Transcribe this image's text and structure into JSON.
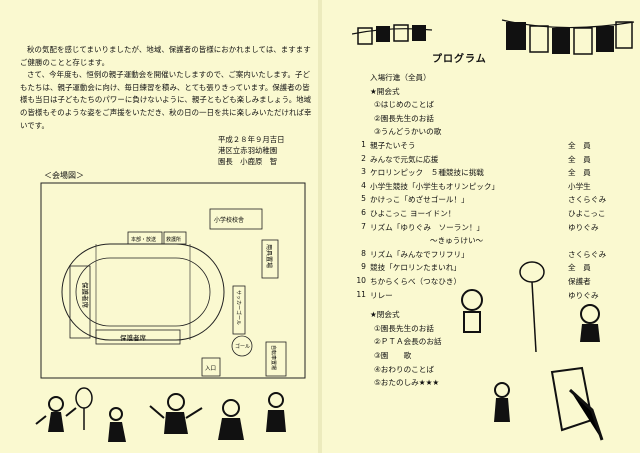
{
  "letter": {
    "paragraphs": [
      "秋の気配を感じてまいりましたが、地域、保護者の皆様におかれましては、ますますご健勝のことと存じます。",
      "さて、今年度も、恒例の親子運動会を開催いたしますので、ご案内いたします。子どもたちは、親子運動会に向け、毎日練習を積み、とても張りきっています。保護者の皆様も当日は子どもたちのパワーに負けないように、親子ともども楽しみましょう。地域の皆様もそのような姿をご声援をいただき、秋の日の一日を共に楽しみいただければ幸いです。"
    ],
    "date": "平成２８年９月吉日",
    "org": "港区立赤羽幼稚園",
    "principal": "園長　小鹿原　智"
  },
  "map": {
    "title": "＜会場図＞",
    "labels": {
      "kindergarten": "小学校校舎",
      "tent1": "本部・放送",
      "tent2": "救護所",
      "tools": "用具置場",
      "guardian_left": "保護者席",
      "guardian_bottom": "保護者席",
      "soccer": "サッカーゴール",
      "goal": "ゴール",
      "entrance": "入口",
      "parking": "自転車置場"
    }
  },
  "program": {
    "title": "プログラム",
    "entry": "入場行進（全員）",
    "opening_title": "★開会式",
    "opening_items": [
      "①はじめのことば",
      "②園長先生のお話",
      "③うんどうかいの歌"
    ],
    "items": [
      {
        "no": "1",
        "name": "親子たいそう",
        "who": "全　員"
      },
      {
        "no": "2",
        "name": "みんなで元気に応援",
        "who": "全　員"
      },
      {
        "no": "3",
        "name": "ケロリンピック　５種競技に挑戦",
        "who": "全　員"
      },
      {
        "no": "4",
        "name": "小学生競技「小学生もオリンピック」",
        "who": "小学生"
      },
      {
        "no": "5",
        "name": "かけっこ「めざせゴール！」",
        "who": "さくらぐみ"
      },
      {
        "no": "6",
        "name": "ひよこっこ ヨーイドン！",
        "who": "ひよこっこ"
      },
      {
        "no": "7",
        "name": "リズム「ゆりぐみ　ソーラン！」",
        "who": "ゆりぐみ"
      },
      {
        "no": "",
        "name": "～きゅうけい～",
        "who": ""
      },
      {
        "no": "8",
        "name": "リズム「みんなでフリフリ」",
        "who": "さくらぐみ"
      },
      {
        "no": "9",
        "name": "競技「ケロリンたまいれ」",
        "who": "全　員"
      },
      {
        "no": "10",
        "name": "ちからくらべ（つなひき）",
        "who": "保護者"
      },
      {
        "no": "11",
        "name": "リレー",
        "who": "ゆりぐみ"
      }
    ],
    "closing_title": "★閉会式",
    "closing_items": [
      "①園長先生のお話",
      "②ＰＴＡ会長のお話",
      "③園　　歌",
      "④おわりのことば",
      "⑤おたのしみ★★★"
    ]
  },
  "colors": {
    "paper": "#faf9d0",
    "ink": "#111111"
  }
}
